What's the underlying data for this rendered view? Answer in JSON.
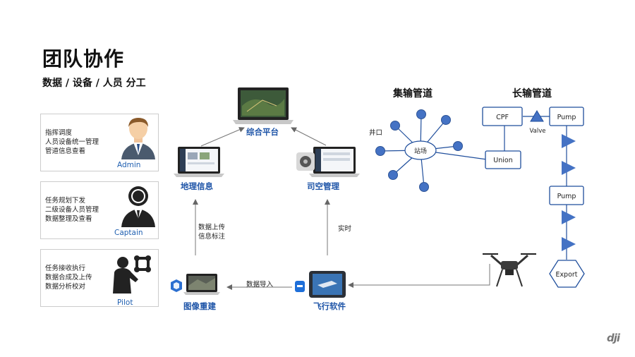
{
  "header": {
    "title": "团队协作",
    "subtitle": "数据 / 设备 / 人员 分工"
  },
  "roles": [
    {
      "name": "Admin",
      "lines": [
        "指挥调度",
        "人员设备统一管理",
        "管道信息查看"
      ]
    },
    {
      "name": "Captain",
      "lines": [
        "任务规划下发",
        "二级设备人员管理",
        "数据整理及查看"
      ]
    },
    {
      "name": "Pilot",
      "lines": [
        "任务接收执行",
        "数据合成及上传",
        "数据分析校对"
      ]
    }
  ],
  "nodes": {
    "platform": "综合平台",
    "geo": "地理信息",
    "airspace": "司空管理",
    "recon": "图像重建",
    "flight": "飞行软件"
  },
  "edges": {
    "upload": [
      "数据上传",
      "信息标注"
    ],
    "realtime": "实时",
    "import": "数据导入"
  },
  "pipeline": {
    "gathering_title": "集输管道",
    "long_title": "长输管道",
    "well_label": "井口",
    "station_label": "站场",
    "boxes": {
      "cpf": "CPF",
      "pump1": "Pump",
      "valve": "Valve",
      "union": "Union",
      "pump2": "Pump",
      "export": "Export"
    }
  },
  "brand": "dji",
  "colors": {
    "accent": "#1f55a8",
    "node_fill": "#4472c4"
  }
}
